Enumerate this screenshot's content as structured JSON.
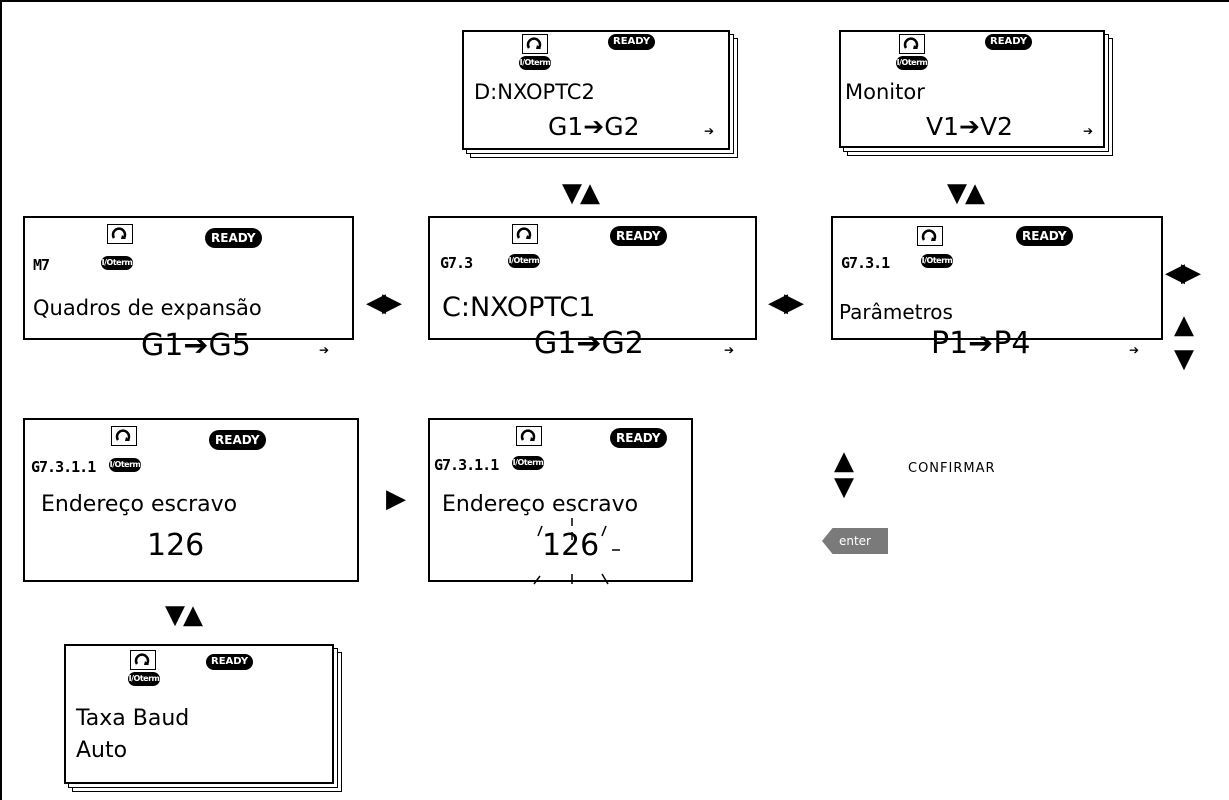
{
  "labels": {
    "io_term": "I/Oterm",
    "ready": "READY",
    "confirm": "CONFIRMAR",
    "enter_key": "enter"
  },
  "panels": {
    "option_d": {
      "title": "D:NXOPTC2",
      "range": "G1➔G2",
      "more": "➔"
    },
    "monitor": {
      "title": "Monitor",
      "range": "V1➔V2",
      "more": "➔"
    },
    "expansion_boards": {
      "location": "M7",
      "title": "Quadros de expansão",
      "range": "G1➔G5",
      "more": "➔"
    },
    "option_c": {
      "location": "G7.3",
      "title": "C:NXOPTC1",
      "range": "G1➔G2",
      "more": "➔"
    },
    "parameters": {
      "location": "G7.3.1",
      "title": "Parâmetros",
      "range": "P1➔P4",
      "more": "➔"
    },
    "slave_address": {
      "location": "G7.3.1.1",
      "title": "Endereço escravo",
      "value": "126"
    },
    "slave_address_edit": {
      "location": "G7.3.1.1",
      "title": "Endereço escravo",
      "value": "126"
    },
    "baud_rate": {
      "title": "Taxa Baud",
      "value": "Auto"
    }
  },
  "arrows": {
    "down_up": "▼▲",
    "left_right": "◀▶",
    "right": "▶",
    "up": "▲",
    "down": "▼"
  }
}
